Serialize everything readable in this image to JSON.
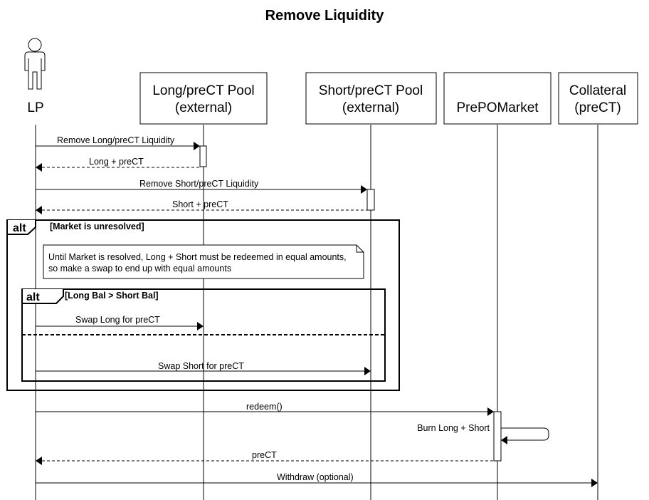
{
  "title": "Remove Liquidity",
  "participants": {
    "lp": "LP",
    "long_pool": [
      "Long/preCT Pool",
      "(external)"
    ],
    "short_pool": [
      "Short/preCT Pool",
      "(external)"
    ],
    "market": "PrePOMarket",
    "collateral": [
      "Collateral",
      "(preCT)"
    ]
  },
  "messages": {
    "remove_long": "Remove Long/preCT Liquidity",
    "long_return": "Long + preCT",
    "remove_short": "Remove Short/preCT Liquidity",
    "short_return": "Short + preCT",
    "swap_long": "Swap Long for preCT",
    "swap_short": "Swap Short for preCT",
    "redeem": "redeem()",
    "burn": "Burn Long + Short",
    "precT_return": "preCT",
    "withdraw": "Withdraw (optional)"
  },
  "groups": {
    "outer_label": "alt",
    "outer_condition": "[Market is unresolved]",
    "inner_label": "alt",
    "inner_condition": "[Long Bal > Short Bal]"
  },
  "note": [
    "Until Market is resolved, Long + Short must be redeemed in equal amounts,",
    "so make a swap to end up with equal amounts"
  ]
}
